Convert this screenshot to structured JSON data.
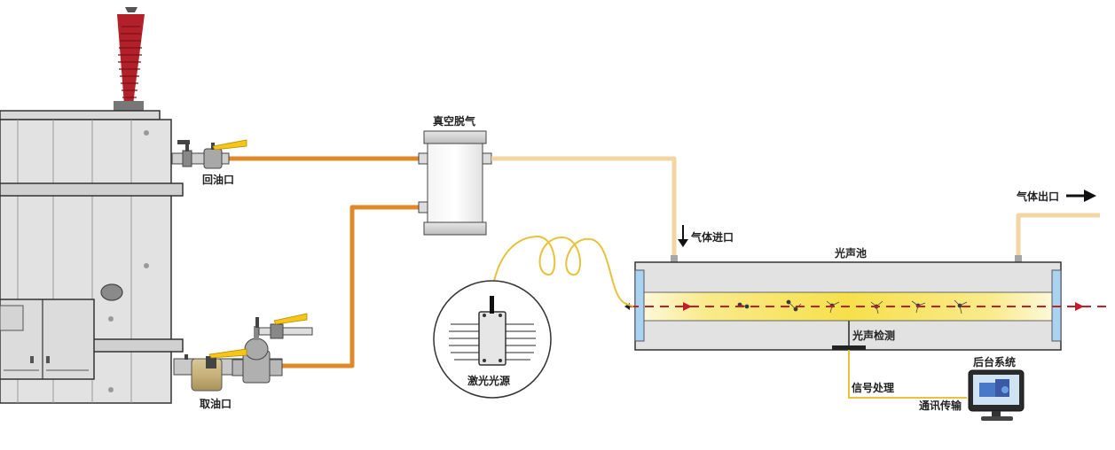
{
  "labels": {
    "return_oil_port": "回油口",
    "sample_oil_port": "取油口",
    "vacuum_degas": "真空脱气",
    "gas_inlet": "气体进口",
    "gas_outlet": "气体出口",
    "photoacoustic_cell": "光声池",
    "photoacoustic_detect": "光声检测",
    "laser_source": "激光光源",
    "signal_processing": "信号处理",
    "communication": "通讯传输",
    "backend_system": "后台系统"
  },
  "colors": {
    "oil_pipe": "#e0892a",
    "gas_pipe": "#f2d6a2",
    "fiber": "#e8c23a",
    "laser_beam": "#c0202a",
    "bushing": "#b3202a",
    "valve_handle": "#f5c518",
    "cell_glow": "#f7e35a",
    "window": "#a9d3ef",
    "signal_line": "#e8c23a"
  },
  "icons": {
    "outlet_arrow": "right-arrow-icon",
    "inlet_arrow": "down-arrow-icon",
    "monitor": "monitor-icon"
  }
}
